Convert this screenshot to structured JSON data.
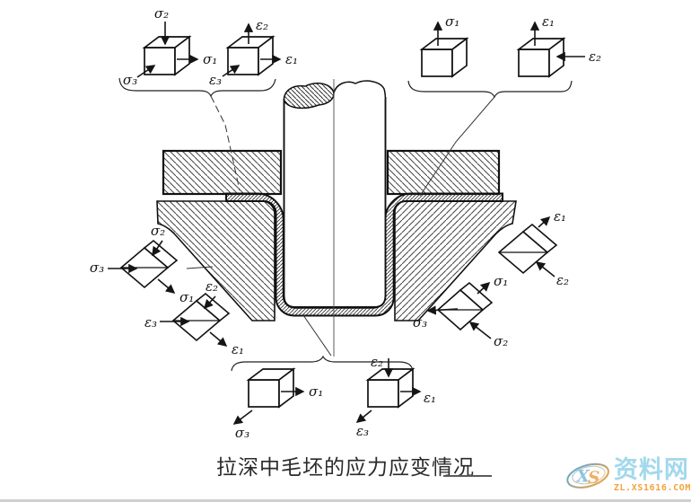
{
  "caption": "拉深中毛坯的应力应变情况",
  "watermark": {
    "logo": "XS",
    "name": "资料网",
    "url": "ZL.XS1616.COM",
    "color_blue": "#9fd3e8",
    "color_orange": "#f2a33c"
  },
  "diagram": {
    "groups": {
      "top_left": {
        "sigma2": "σ₂",
        "sigma1": "σ₁",
        "sigma3": "σ₃",
        "eps2": "ε₂",
        "eps1": "ε₁",
        "eps3": "ε₃"
      },
      "top_right": {
        "sigma1": "σ₁",
        "eps1": "ε₁",
        "eps2": "ε₂"
      },
      "mid_left": {
        "sigma2": "σ₂",
        "sigma3": "σ₃",
        "sigma1": "σ₁",
        "eps2": "ε₂",
        "eps3": "ε₃",
        "eps1": "ε₁"
      },
      "mid_right": {
        "eps1": "ε₁",
        "eps2": "ε₂",
        "sigma1": "σ₁",
        "sigma3": "σ₃",
        "sigma2": "σ₂"
      },
      "bottom": {
        "sigma1": "σ₁",
        "sigma3": "σ₃",
        "eps2": "ε₂",
        "eps1": "ε₁",
        "eps3": "ε₃"
      }
    }
  }
}
